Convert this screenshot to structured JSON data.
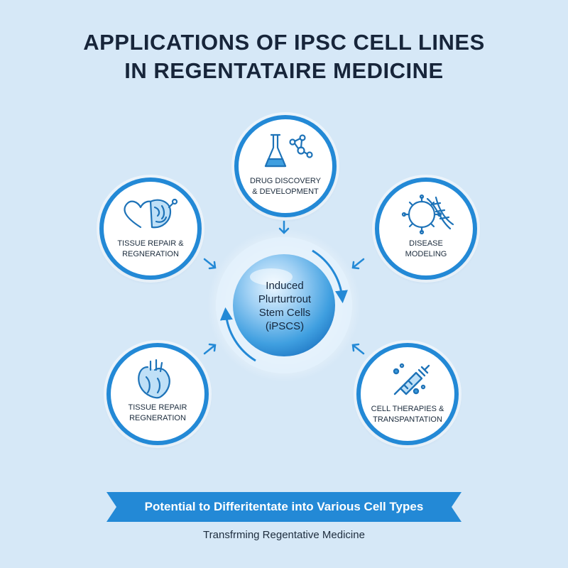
{
  "title": {
    "line1": "APPLICATIONS OF IPSC CELL LINES",
    "line2": "IN REGENTATAIRE MEDICINE"
  },
  "center": {
    "label": "Induced\nPlurturtrout\nStem Cells\n(iPSCS)"
  },
  "nodes": {
    "drug": {
      "label": "DRUG DISCOVERY\n& DEVELOPMENT",
      "icon": "flask-molecule-icon"
    },
    "disease": {
      "label": "DISEASE\nMODELING",
      "icon": "virus-dna-icon"
    },
    "therapy": {
      "label": "CELL THERAPIES &\nTRANSPANTATION",
      "icon": "syringe-icon"
    },
    "heart": {
      "label": "TISSUE REPAIR\nREGNERATION",
      "icon": "anatomical-heart-icon"
    },
    "tissue": {
      "label": "TISSUE REPAIR &\nREGNERATION",
      "icon": "heart-brain-icon"
    }
  },
  "banner": {
    "text": "Potential to Differitentate into Various Cell Types"
  },
  "subtitle": "Transfrming Regentative Medicine",
  "colors": {
    "background": "#d6e8f7",
    "accent": "#2389d6",
    "title": "#17253a"
  }
}
